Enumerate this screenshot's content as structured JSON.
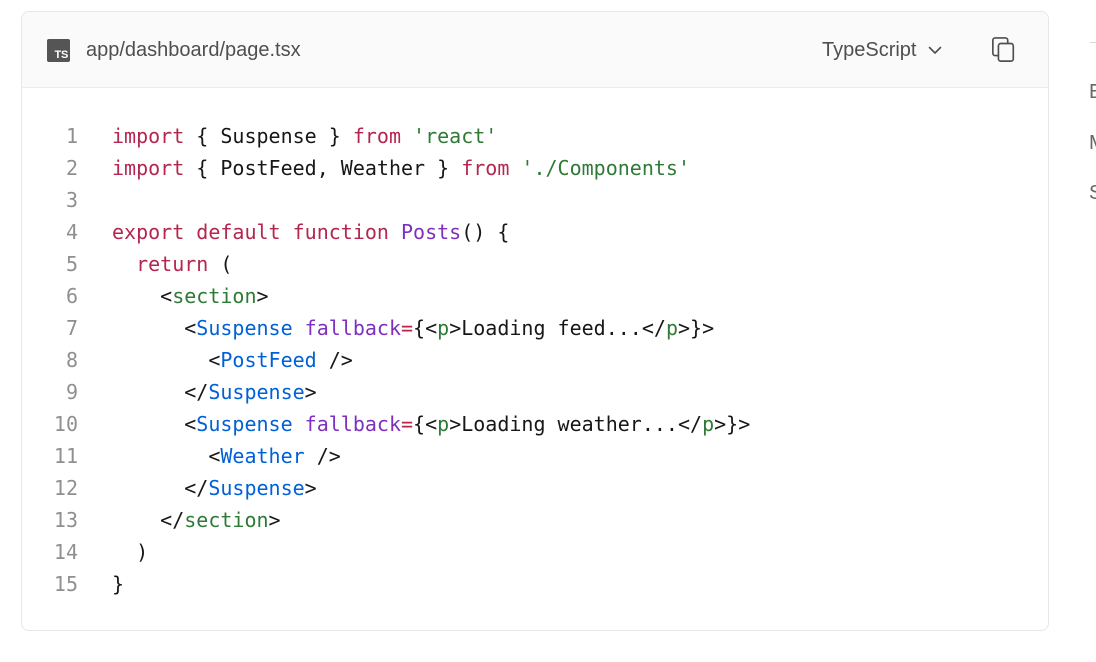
{
  "code_block": {
    "filename": "app/dashboard/page.tsx",
    "icon": "typescript-file-icon",
    "icon_text": "TS",
    "language": "TypeScript",
    "copy_icon": "copy-icon",
    "lines": [
      {
        "n": "1",
        "tokens": [
          {
            "t": "kw",
            "v": "import"
          },
          {
            "t": "plain",
            "v": " { Suspense } "
          },
          {
            "t": "kw",
            "v": "from"
          },
          {
            "t": "plain",
            "v": " "
          },
          {
            "t": "str",
            "v": "'react'"
          }
        ]
      },
      {
        "n": "2",
        "tokens": [
          {
            "t": "kw",
            "v": "import"
          },
          {
            "t": "plain",
            "v": " { PostFeed, Weather } "
          },
          {
            "t": "kw",
            "v": "from"
          },
          {
            "t": "plain",
            "v": " "
          },
          {
            "t": "str",
            "v": "'./Components'"
          }
        ]
      },
      {
        "n": "3",
        "tokens": []
      },
      {
        "n": "4",
        "tokens": [
          {
            "t": "kw",
            "v": "export"
          },
          {
            "t": "plain",
            "v": " "
          },
          {
            "t": "kw",
            "v": "default"
          },
          {
            "t": "plain",
            "v": " "
          },
          {
            "t": "kw",
            "v": "function"
          },
          {
            "t": "plain",
            "v": " "
          },
          {
            "t": "fn",
            "v": "Posts"
          },
          {
            "t": "plain",
            "v": "() {"
          }
        ]
      },
      {
        "n": "5",
        "tokens": [
          {
            "t": "plain",
            "v": "  "
          },
          {
            "t": "kw",
            "v": "return"
          },
          {
            "t": "plain",
            "v": " ("
          }
        ]
      },
      {
        "n": "6",
        "tokens": [
          {
            "t": "plain",
            "v": "    <"
          },
          {
            "t": "tagh",
            "v": "section"
          },
          {
            "t": "plain",
            "v": ">"
          }
        ]
      },
      {
        "n": "7",
        "tokens": [
          {
            "t": "plain",
            "v": "      <"
          },
          {
            "t": "tag",
            "v": "Suspense"
          },
          {
            "t": "plain",
            "v": " "
          },
          {
            "t": "attr",
            "v": "fallback"
          },
          {
            "t": "kw",
            "v": "="
          },
          {
            "t": "plain",
            "v": "{<"
          },
          {
            "t": "tagh",
            "v": "p"
          },
          {
            "t": "plain",
            "v": ">Loading feed...</"
          },
          {
            "t": "tagh",
            "v": "p"
          },
          {
            "t": "plain",
            "v": ">}>"
          }
        ]
      },
      {
        "n": "8",
        "tokens": [
          {
            "t": "plain",
            "v": "        <"
          },
          {
            "t": "tag",
            "v": "PostFeed"
          },
          {
            "t": "plain",
            "v": " />"
          }
        ]
      },
      {
        "n": "9",
        "tokens": [
          {
            "t": "plain",
            "v": "      </"
          },
          {
            "t": "tag",
            "v": "Suspense"
          },
          {
            "t": "plain",
            "v": ">"
          }
        ]
      },
      {
        "n": "10",
        "tokens": [
          {
            "t": "plain",
            "v": "      <"
          },
          {
            "t": "tag",
            "v": "Suspense"
          },
          {
            "t": "plain",
            "v": " "
          },
          {
            "t": "attr",
            "v": "fallback"
          },
          {
            "t": "kw",
            "v": "="
          },
          {
            "t": "plain",
            "v": "{<"
          },
          {
            "t": "tagh",
            "v": "p"
          },
          {
            "t": "plain",
            "v": ">Loading weather...</"
          },
          {
            "t": "tagh",
            "v": "p"
          },
          {
            "t": "plain",
            "v": ">}>"
          }
        ]
      },
      {
        "n": "11",
        "tokens": [
          {
            "t": "plain",
            "v": "        <"
          },
          {
            "t": "tag",
            "v": "Weather"
          },
          {
            "t": "plain",
            "v": " />"
          }
        ]
      },
      {
        "n": "12",
        "tokens": [
          {
            "t": "plain",
            "v": "      </"
          },
          {
            "t": "tag",
            "v": "Suspense"
          },
          {
            "t": "plain",
            "v": ">"
          }
        ]
      },
      {
        "n": "13",
        "tokens": [
          {
            "t": "plain",
            "v": "    </"
          },
          {
            "t": "tagh",
            "v": "section"
          },
          {
            "t": "plain",
            "v": ">"
          }
        ]
      },
      {
        "n": "14",
        "tokens": [
          {
            "t": "plain",
            "v": "  )"
          }
        ]
      },
      {
        "n": "15",
        "tokens": [
          {
            "t": "plain",
            "v": "}"
          }
        ]
      }
    ]
  },
  "sidebar_partial": {
    "letters": [
      "E",
      "M",
      "S"
    ]
  },
  "colors": {
    "keyword": "#b4264f",
    "string": "#2f7a37",
    "function": "#7d2fbf",
    "component": "#0060d6",
    "html_tag": "#2f7a37",
    "attribute": "#7d2fbf",
    "line_number": "#8f8f8f",
    "text": "#171717"
  }
}
